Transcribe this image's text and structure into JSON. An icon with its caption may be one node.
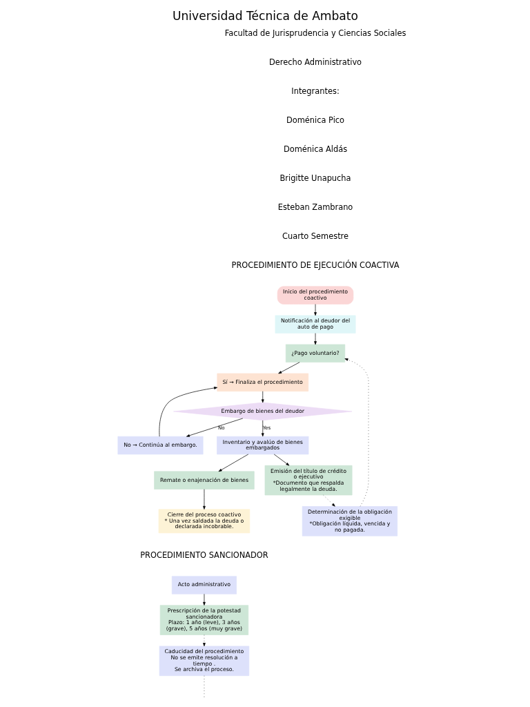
{
  "diagram": {
    "title": "Universidad Técnica de Ambato",
    "nodes": [
      {
        "text": [
          "Inicio del procedimiento coactivo"
        ]
      },
      {
        "text": [
          "Notificación al deudor del auto de pago"
        ]
      },
      {
        "text": [
          "¿Pago voluntario?"
        ]
      },
      {
        "text": [
          "Determinación de la obligación exigible",
          "*Obligación líquida, vencida y no pagada."
        ]
      },
      {
        "text": [
          "Sí → Finaliza el procedimiento"
        ]
      },
      {
        "text": [
          "Embargo de bienes del deudor"
        ]
      },
      {
        "text": [
          "Inventario y avalúo de bienes embargados"
        ]
      },
      {
        "text": [
          "No → Continúa al embargo."
        ]
      },
      {
        "text": [
          "Emisión del título de crédito o ejecutivo",
          "*Documento que respalda legalmente la deuda."
        ]
      },
      {
        "text": [
          "Remate o enajenación de bienes"
        ]
      },
      {
        "text": [
          "Cierre del proceso coactivo",
          "* Una vez saldada la deuda o declarada incobrable."
        ]
      },
      {
        "text": [
          "Caducidad del procedimiento",
          "No se emite resolución a tiempo .",
          "Se archiva el proceso."
        ]
      },
      {
        "text": [
          "Prescripción de la potestad sancionadora",
          "Plazo: 1 año (leve), 3 años (grave), 5 años (muy grave)"
        ]
      },
      {
        "text": [
          "Acto administrativo"
        ]
      }
    ],
    "edges": [
      {
        "from": 0,
        "to": 1,
        "arrow": "to"
      },
      {
        "from": 1,
        "to": 2,
        "arrow": "to"
      },
      {
        "from": 3,
        "to": 2,
        "arrow": "to",
        "style": "dashed"
      },
      {
        "from": 2,
        "to": 4,
        "arrow": "to"
      },
      {
        "from": 4,
        "to": 5,
        "arrow": "to"
      },
      {
        "from": 5,
        "to": 6,
        "arrow": "to",
        "label": "Yes"
      },
      {
        "from": 5,
        "to": 7,
        "arrow": "to",
        "label": "No"
      },
      {
        "from": 7,
        "to": 4,
        "arrow": "to"
      },
      {
        "from": 6,
        "to": 8,
        "arrow": "to"
      },
      {
        "from": 8,
        "to": 3,
        "arrow": "to",
        "style": "dashed"
      },
      {
        "from": 6,
        "to": 9,
        "arrow": "to"
      },
      {
        "from": 9,
        "to": 10,
        "arrow": "to"
      },
      {
        "from": 12,
        "to": 11,
        "arrow": "to",
        "style": "dashed"
      },
      {
        "from": 13,
        "to": 12,
        "arrow": "to"
      },
      {
        "from": 11,
        "to": null,
        "arrow": "none",
        "style": "dashed"
      }
    ],
    "labels": [
      "Facultad de Jurisprudencia y Ciencias Sociales",
      "Derecho Administrativo",
      "Integrantes:",
      "Doménica Pico",
      "Doménica Aldás",
      "Brigitte Unapucha",
      "Esteban Zambrano",
      "Cuarto Semestre",
      "PROCEDIMIENTO DE EJECUCIÓN COACTIVA",
      "PROCEDIMIENTO SANCIONADOR"
    ]
  }
}
